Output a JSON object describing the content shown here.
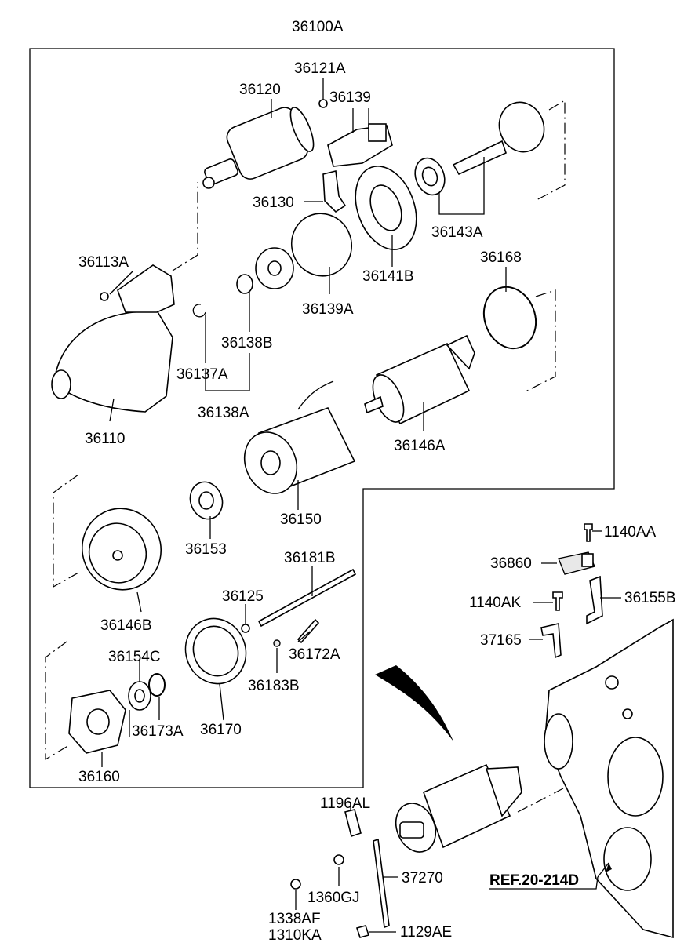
{
  "diagram": {
    "assembly_number": "36100A",
    "reference_label": "REF.20-214D",
    "callouts": [
      {
        "id": "c36100A",
        "text": "36100A"
      },
      {
        "id": "c36121A",
        "text": "36121A"
      },
      {
        "id": "c36120",
        "text": "36120"
      },
      {
        "id": "c36139",
        "text": "36139"
      },
      {
        "id": "c36130",
        "text": "36130"
      },
      {
        "id": "c36143A",
        "text": "36143A"
      },
      {
        "id": "c36113A",
        "text": "36113A"
      },
      {
        "id": "c36141B",
        "text": "36141B"
      },
      {
        "id": "c36168",
        "text": "36168"
      },
      {
        "id": "c36139A",
        "text": "36139A"
      },
      {
        "id": "c36138B",
        "text": "36138B"
      },
      {
        "id": "c36137A",
        "text": "36137A"
      },
      {
        "id": "c36138A",
        "text": "36138A"
      },
      {
        "id": "c36110",
        "text": "36110"
      },
      {
        "id": "c36146A",
        "text": "36146A"
      },
      {
        "id": "c36150",
        "text": "36150"
      },
      {
        "id": "c36153",
        "text": "36153"
      },
      {
        "id": "c36181B",
        "text": "36181B"
      },
      {
        "id": "c36125",
        "text": "36125"
      },
      {
        "id": "c36146B",
        "text": "36146B"
      },
      {
        "id": "c36154C",
        "text": "36154C"
      },
      {
        "id": "c36172A",
        "text": "36172A"
      },
      {
        "id": "c36183B",
        "text": "36183B"
      },
      {
        "id": "c36173A",
        "text": "36173A"
      },
      {
        "id": "c36170",
        "text": "36170"
      },
      {
        "id": "c36160",
        "text": "36160"
      },
      {
        "id": "c1140AA",
        "text": "1140AA"
      },
      {
        "id": "c36860",
        "text": "36860"
      },
      {
        "id": "c1140AK",
        "text": "1140AK"
      },
      {
        "id": "c36155B",
        "text": "36155B"
      },
      {
        "id": "c37165",
        "text": "37165"
      },
      {
        "id": "c1196AL",
        "text": "1196AL"
      },
      {
        "id": "c37270",
        "text": "37270"
      },
      {
        "id": "c1360GJ",
        "text": "1360GJ"
      },
      {
        "id": "c1338AF",
        "text": "1338AF"
      },
      {
        "id": "c1310KA",
        "text": "1310KA"
      },
      {
        "id": "c1129AE",
        "text": "1129AE"
      }
    ]
  }
}
